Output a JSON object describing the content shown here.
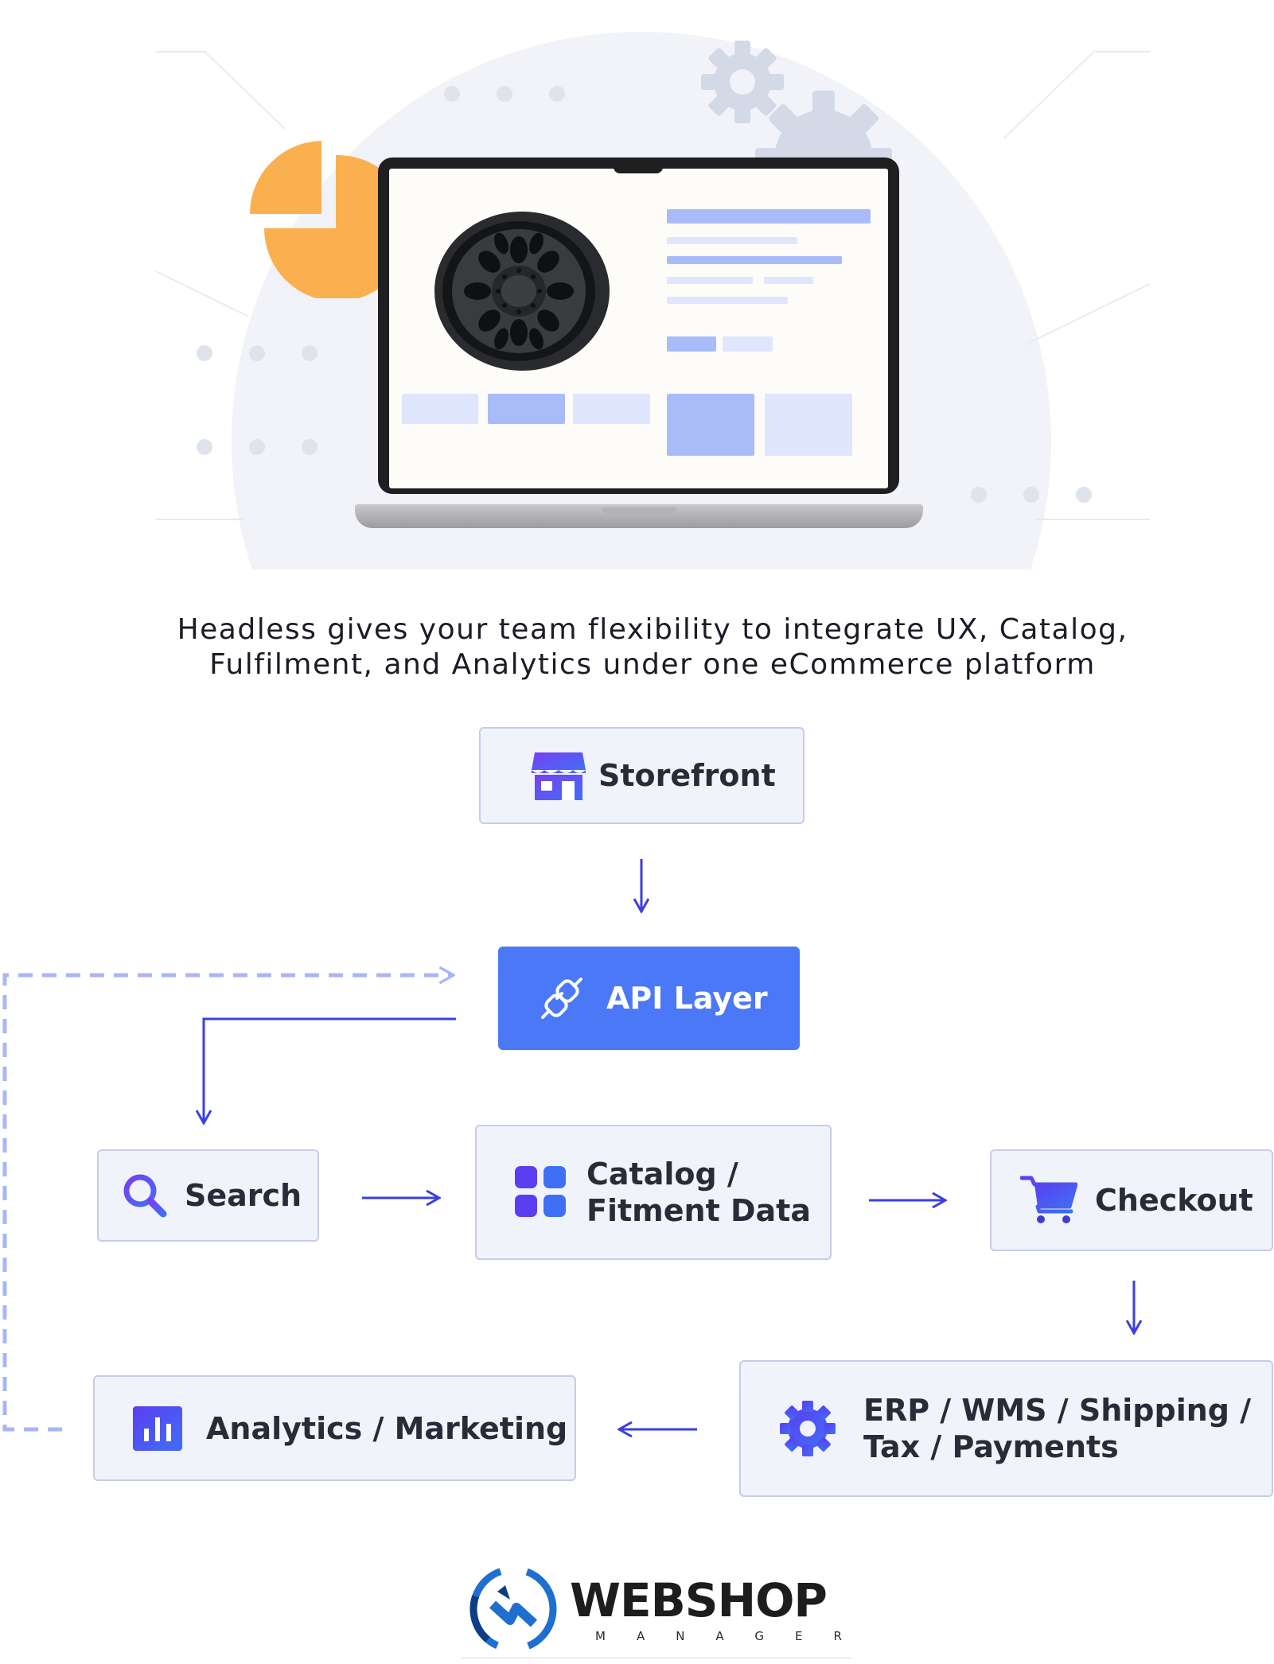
{
  "hero": {
    "subtitle_line1": "Headless gives your team flexibility to integrate UX, Catalog,",
    "subtitle_line2": "Fulfilment, and Analytics under one eCommerce platform"
  },
  "diagram": {
    "storefront": {
      "label": "Storefront",
      "icon": "store-icon"
    },
    "api_layer": {
      "label": "API Layer",
      "icon": "plug-icon"
    },
    "search": {
      "label": "Search",
      "icon": "search-icon"
    },
    "catalog": {
      "label_line1": "Catalog /",
      "label_line2": "Fitment Data",
      "icon": "grid-icon"
    },
    "checkout": {
      "label": "Checkout",
      "icon": "cart-icon"
    },
    "erp": {
      "label_line1": "ERP / WMS / Shipping /",
      "label_line2": "Tax / Payments",
      "icon": "gear-icon"
    },
    "analytics": {
      "label": "Analytics / Marketing",
      "icon": "bar-chart-icon"
    }
  },
  "logo": {
    "name": "WEBSHOP",
    "tagline": "MANAGER"
  },
  "colors": {
    "accent": "#4b78f7",
    "arrow": "#3b3fe0",
    "dashed": "#a9b6f5",
    "node_bg": "#f1f3fb",
    "node_border": "#c8cbe8"
  }
}
